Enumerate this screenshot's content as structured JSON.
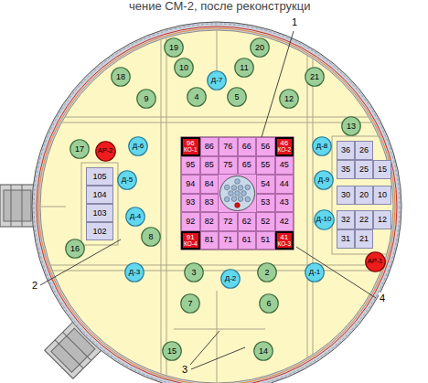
{
  "diagram": {
    "title": "чение СМ-2, после реконструкци",
    "nodes": [
      {
        "text": [
          "19"
        ]
      },
      {
        "text": [
          "20"
        ]
      },
      {
        "text": [
          "18"
        ]
      },
      {
        "text": [
          "10"
        ]
      },
      {
        "text": [
          "11"
        ]
      },
      {
        "text": [
          "21"
        ]
      },
      {
        "text": [
          "4"
        ]
      },
      {
        "text": [
          "5"
        ]
      },
      {
        "text": [
          "9"
        ]
      },
      {
        "text": [
          "12"
        ]
      },
      {
        "text": [
          "13"
        ]
      },
      {
        "text": [
          "17"
        ]
      },
      {
        "text": [
          "8"
        ]
      },
      {
        "text": [
          "16"
        ]
      },
      {
        "text": [
          "3"
        ]
      },
      {
        "text": [
          "2"
        ]
      },
      {
        "text": [
          "7"
        ]
      },
      {
        "text": [
          "6"
        ]
      },
      {
        "text": [
          "15"
        ]
      },
      {
        "text": [
          "14"
        ]
      },
      {
        "text": [
          "Д-7"
        ]
      },
      {
        "text": [
          "Д-6"
        ]
      },
      {
        "text": [
          "Д-8"
        ]
      },
      {
        "text": [
          "Д-5"
        ]
      },
      {
        "text": [
          "Д-9"
        ]
      },
      {
        "text": [
          "Д-4"
        ]
      },
      {
        "text": [
          "Д-10"
        ]
      },
      {
        "text": [
          "Д-3"
        ]
      },
      {
        "text": [
          "Д-1"
        ]
      },
      {
        "text": [
          "Д-2"
        ]
      },
      {
        "text": [
          "АР-2"
        ]
      },
      {
        "text": [
          "АР-1"
        ]
      },
      {
        "text": [
          "96",
          "КО-1"
        ]
      },
      {
        "text": [
          "86"
        ]
      },
      {
        "text": [
          "76"
        ]
      },
      {
        "text": [
          "66"
        ]
      },
      {
        "text": [
          "56"
        ]
      },
      {
        "text": [
          "46",
          "КО-2"
        ]
      },
      {
        "text": [
          "95"
        ]
      },
      {
        "text": [
          "85"
        ]
      },
      {
        "text": [
          "75"
        ]
      },
      {
        "text": [
          "65"
        ]
      },
      {
        "text": [
          "55"
        ]
      },
      {
        "text": [
          "45"
        ]
      },
      {
        "text": [
          "94"
        ]
      },
      {
        "text": [
          "84"
        ]
      },
      {
        "text": [
          "54"
        ]
      },
      {
        "text": [
          "44"
        ]
      },
      {
        "text": [
          "93"
        ]
      },
      {
        "text": [
          "83"
        ]
      },
      {
        "text": [
          "53"
        ]
      },
      {
        "text": [
          "43"
        ]
      },
      {
        "text": [
          "92"
        ]
      },
      {
        "text": [
          "82"
        ]
      },
      {
        "text": [
          "72"
        ]
      },
      {
        "text": [
          "62"
        ]
      },
      {
        "text": [
          "52"
        ]
      },
      {
        "text": [
          "42"
        ]
      },
      {
        "text": [
          "91",
          "КО-4"
        ]
      },
      {
        "text": [
          "81"
        ]
      },
      {
        "text": [
          "71"
        ]
      },
      {
        "text": [
          "61"
        ]
      },
      {
        "text": [
          "51"
        ]
      },
      {
        "text": [
          "41",
          "КО-3"
        ]
      },
      {
        "text": [
          "105"
        ]
      },
      {
        "text": [
          "104"
        ]
      },
      {
        "text": [
          "103"
        ]
      },
      {
        "text": [
          "102"
        ]
      },
      {
        "text": [
          "36"
        ]
      },
      {
        "text": [
          "26"
        ]
      },
      {
        "text": [
          "35"
        ]
      },
      {
        "text": [
          "25"
        ]
      },
      {
        "text": [
          "15"
        ]
      },
      {
        "text": [
          "30"
        ]
      },
      {
        "text": [
          "20"
        ]
      },
      {
        "text": [
          "10"
        ]
      },
      {
        "text": [
          "32"
        ]
      },
      {
        "text": [
          "22"
        ]
      },
      {
        "text": [
          "12"
        ]
      },
      {
        "text": [
          "31"
        ]
      },
      {
        "text": [
          "21"
        ]
      }
    ],
    "labels": [
      "1",
      "2",
      "3",
      "4"
    ]
  }
}
